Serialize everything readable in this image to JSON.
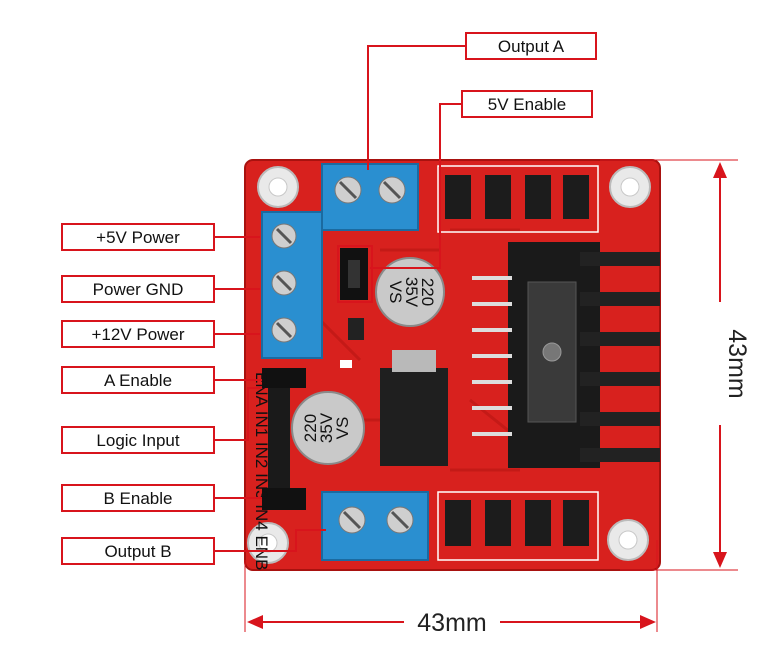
{
  "labels": {
    "output_a": "Output A",
    "enable_5v": "5V Enable",
    "power_5v": "+5V Power",
    "power_gnd": "Power GND",
    "power_12v": "+12V Power",
    "a_enable": "A Enable",
    "logic_input": "Logic Input",
    "b_enable": "B Enable",
    "output_b": "Output B"
  },
  "dimensions": {
    "width": "43mm",
    "height": "43mm"
  },
  "silkscreen": {
    "cap_top": [
      "220",
      "35V",
      "VS"
    ],
    "cap_bottom": [
      "220",
      "35V",
      "VS"
    ],
    "pin_labels": "ENA IN1 IN2 IN3 IN4 ENB"
  },
  "colors": {
    "board": "#d8211e",
    "terminal": "#2a8fd0",
    "label_border": "#d8141c",
    "heatsink": "#1a1a1a"
  }
}
